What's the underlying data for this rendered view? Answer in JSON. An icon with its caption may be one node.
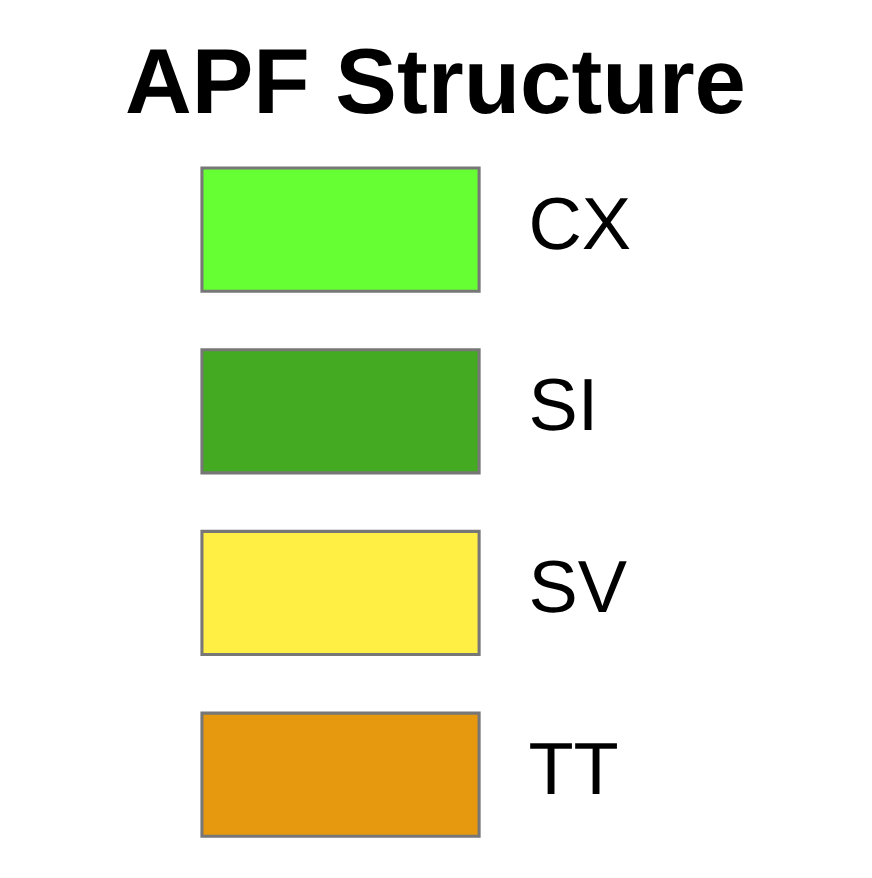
{
  "diagram": {
    "title": "APF Structure",
    "legend": [
      {
        "text": "CX",
        "color": "#66ff33"
      },
      {
        "text": "SI",
        "color": "#44aa22"
      },
      {
        "text": "SV",
        "color": "#ffee44"
      },
      {
        "text": "TT",
        "color": "#e6990f"
      }
    ]
  }
}
